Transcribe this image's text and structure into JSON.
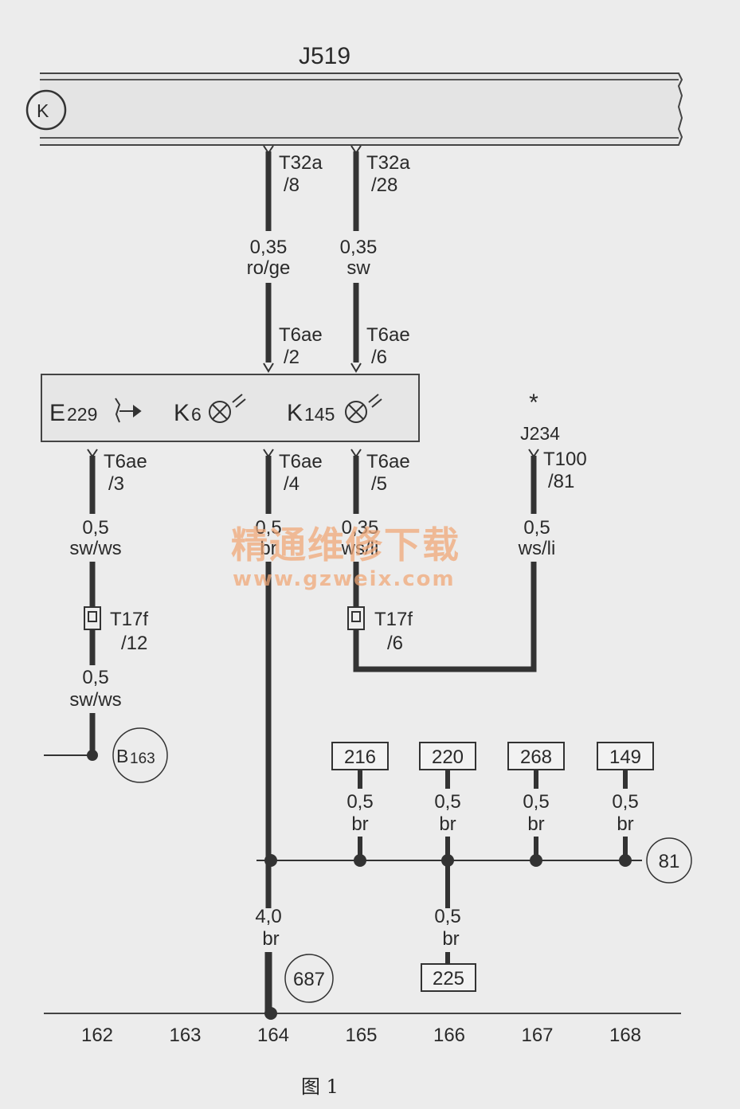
{
  "top_module": {
    "name": "J519",
    "symbol": "K"
  },
  "pins": {
    "t32a_8": {
      "conn": "T32a",
      "pin": "/8"
    },
    "t32a_28": {
      "conn": "T32a",
      "pin": "/28"
    },
    "t6ae_2": {
      "conn": "T6ae",
      "pin": "/2"
    },
    "t6ae_6": {
      "conn": "T6ae",
      "pin": "/6"
    },
    "t6ae_3": {
      "conn": "T6ae",
      "pin": "/3"
    },
    "t6ae_4": {
      "conn": "T6ae",
      "pin": "/4"
    },
    "t6ae_5": {
      "conn": "T6ae",
      "pin": "/5"
    },
    "t100_81": {
      "conn": "T100",
      "pin": "/81"
    },
    "t17f_12": {
      "conn": "T17f",
      "pin": "/12"
    },
    "t17f_6": {
      "conn": "T17f",
      "pin": "/6"
    }
  },
  "wires": {
    "w1": {
      "size": "0,35",
      "color": "ro/ge"
    },
    "w2": {
      "size": "0,35",
      "color": "sw"
    },
    "w3": {
      "size": "0,5",
      "color": "sw/ws"
    },
    "w4": {
      "size": "0,5",
      "color": "br"
    },
    "w5": {
      "size": "0,35",
      "color": "ws/li"
    },
    "w6": {
      "size": "0,5",
      "color": "ws/li"
    },
    "w7": {
      "size": "0,5",
      "color": "sw/ws"
    },
    "w_ground": {
      "size": "4,0",
      "color": "br"
    },
    "w225": {
      "size": "0,5",
      "color": "br"
    },
    "w216": {
      "size": "0,5",
      "color": "br"
    },
    "w220": {
      "size": "0,5",
      "color": "br"
    },
    "w268": {
      "size": "0,5",
      "color": "br"
    },
    "w149": {
      "size": "0,5",
      "color": "br"
    }
  },
  "panel": {
    "e229": {
      "letter": "E",
      "num": "229"
    },
    "k6": {
      "letter": "K",
      "num": "6"
    },
    "k145": {
      "letter": "K",
      "num": "145"
    }
  },
  "j234": {
    "asterisk": "*",
    "name": "J234"
  },
  "boxes": {
    "b216": "216",
    "b220": "220",
    "b268": "268",
    "b149": "149",
    "b225": "225"
  },
  "circles": {
    "b163_letter": "B",
    "b163_num": "163",
    "c81": "81",
    "c687": "687"
  },
  "footer": [
    "162",
    "163",
    "164",
    "165",
    "166",
    "167",
    "168"
  ],
  "watermark": {
    "line1": "精通维修下载",
    "line2": "www.gzweix.com"
  },
  "caption": "图 1"
}
